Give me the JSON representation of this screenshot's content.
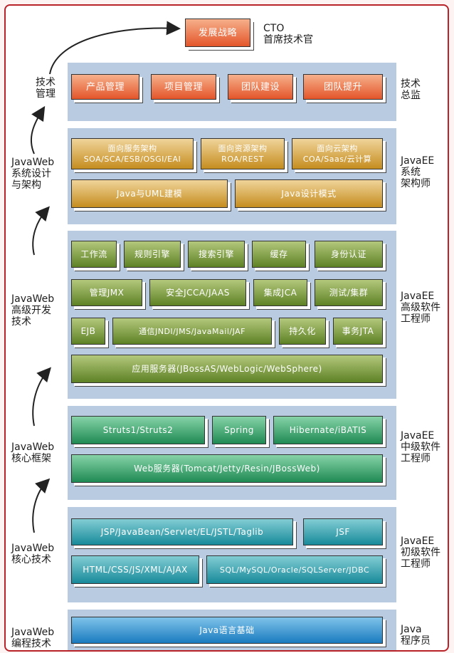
{
  "levels": {
    "cto": {
      "right": "CTO\n首席技术官",
      "boxes": [
        "发展战略"
      ]
    },
    "director": {
      "left": "技术\n管理",
      "right": "技术\n总监",
      "boxes": [
        "产品管理",
        "项目管理",
        "团队建设",
        "团队提升"
      ]
    },
    "architect": {
      "left": "JavaWeb\n系统设计\n与架构",
      "right": "JavaEE\n系统\n架构师",
      "boxes": [
        "面向服务架构\nSOA/SCA/ESB/OSGI/EAI",
        "面向资源架构\nROA/REST",
        "面向云架构\nCOA/Saas/云计算",
        "Java与UML建模",
        "Java设计模式"
      ]
    },
    "senior": {
      "left": "JavaWeb\n高级开发\n技术",
      "right": "JavaEE\n高级软件\n工程师",
      "boxes": [
        "工作流",
        "规则引擎",
        "搜索引擎",
        "缓存",
        "身份认证",
        "管理JMX",
        "安全JCCA/JAAS",
        "集成JCA",
        "测试/集群",
        "EJB",
        "通信JNDI/JMS/JavaMail/JAF",
        "持久化",
        "事务JTA",
        "应用服务器(JBossAS/WebLogic/WebSphere)"
      ]
    },
    "middle": {
      "left": "JavaWeb\n核心框架",
      "right": "JavaEE\n中级软件\n工程师",
      "boxes": [
        "Struts1/Struts2",
        "Spring",
        "Hibernate/iBATIS",
        "Web服务器(Tomcat/Jetty/Resin/JBossWeb)"
      ]
    },
    "junior": {
      "left": "JavaWeb\n核心技术",
      "right": "JavaEE\n初级软件\n工程师",
      "boxes": [
        "JSP/JavaBean/Servlet/EL/JSTL/Taglib",
        "JSF",
        "HTML/CSS/JS/XML/AJAX",
        "SQL/MySQL/Oracle/SQLServer/JDBC"
      ]
    },
    "programmer": {
      "left": "JavaWeb\n编程技术",
      "right": "Java\n程序员",
      "boxes": [
        "Java语言基础"
      ]
    }
  },
  "colors": {
    "band": "#b8cbe1",
    "frame": "#b8232a"
  }
}
